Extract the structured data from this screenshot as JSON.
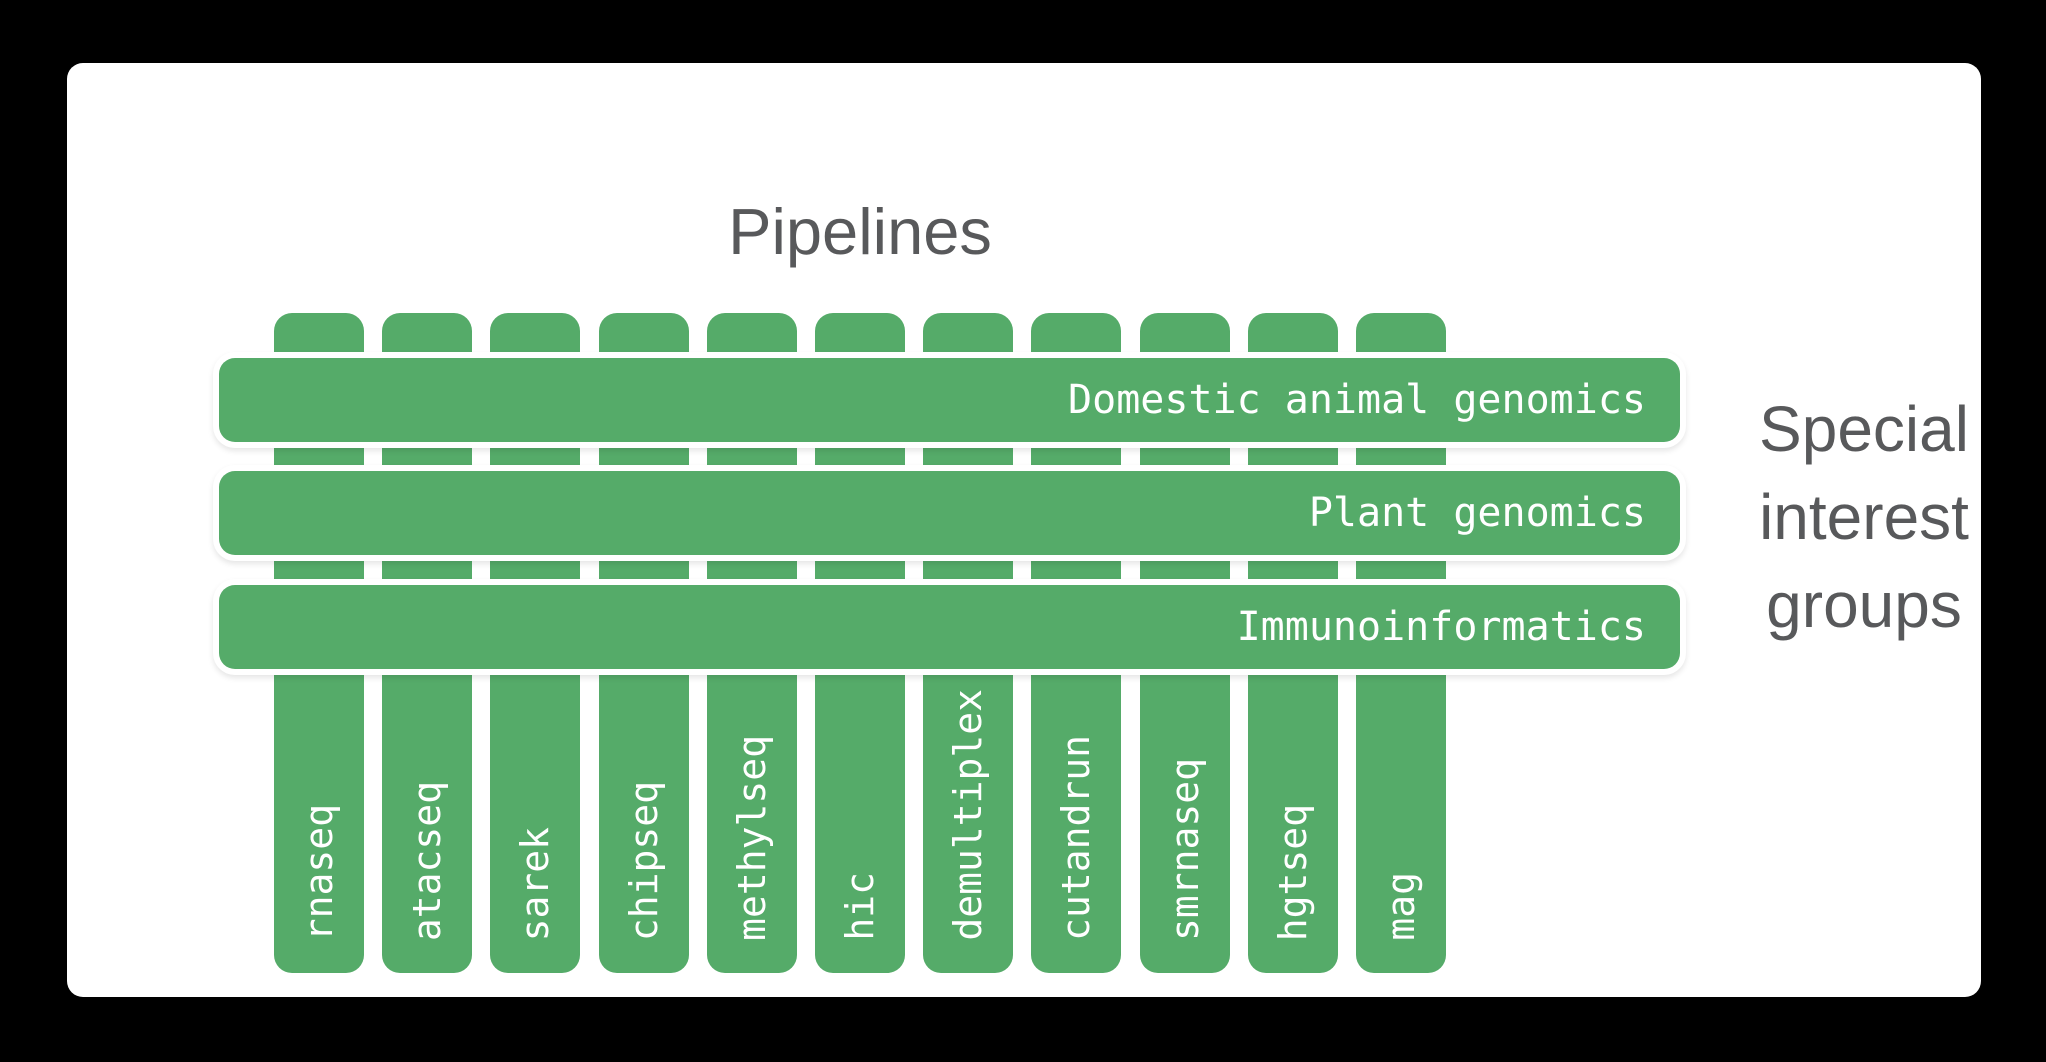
{
  "title": "Pipelines",
  "side_label": {
    "lines": [
      "Special",
      "interest",
      "groups"
    ]
  },
  "groups": [
    "Domestic animal genomics",
    "Plant genomics",
    "Immunoinformatics"
  ],
  "pipelines": [
    "rnaseq",
    "atacseq",
    "sarek",
    "chipseq",
    "methylseq",
    "hic",
    "demultiplex",
    "cutandrun",
    "smrnaseq",
    "hgtseq",
    "mag"
  ],
  "colors": {
    "background": "#000000",
    "card": "#ffffff",
    "bar_green": "#55ab69",
    "bar_text": "#ffffff",
    "heading_text": "#58595b"
  }
}
